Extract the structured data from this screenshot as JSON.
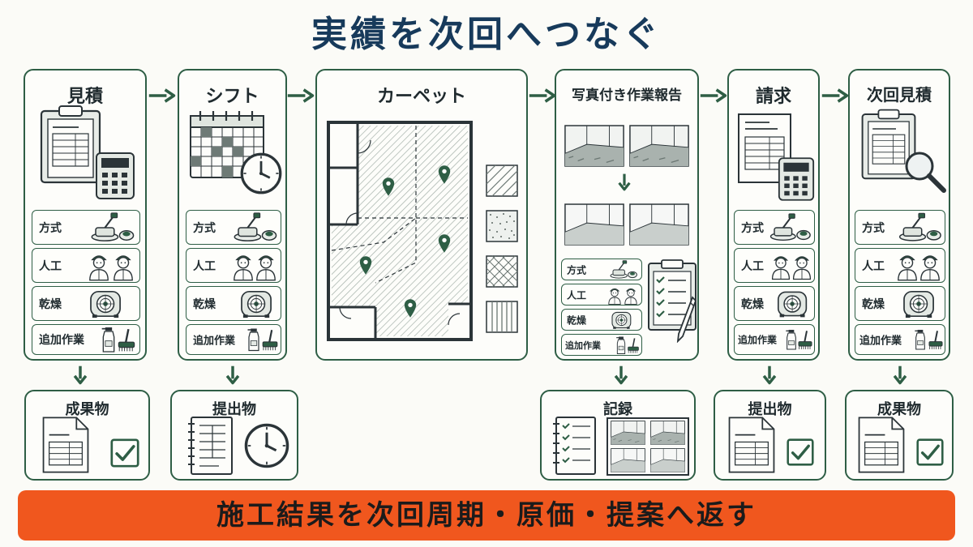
{
  "title": "実績を次回へつなぐ",
  "footer": "施工結果を次回周期・原価・提案へ返す",
  "columns": {
    "estimate": {
      "heading": "見積",
      "rows": [
        "方式",
        "人工",
        "乾燥",
        "追加作業"
      ],
      "output": "成果物"
    },
    "shift": {
      "heading": "シフト",
      "rows": [
        "方式",
        "人工",
        "乾燥",
        "追加作業"
      ],
      "output": "提出物"
    },
    "carpet": {
      "heading": "カーペット"
    },
    "report": {
      "heading": "写真付き作業報告",
      "rows": [
        "方式",
        "人工",
        "乾燥",
        "追加作業"
      ],
      "output": "記録"
    },
    "invoice": {
      "heading": "請求",
      "rows": [
        "方式",
        "人工",
        "乾燥",
        "追加作業"
      ],
      "output": "提出物"
    },
    "next_estimate": {
      "heading": "次回見積",
      "rows": [
        "方式",
        "人工",
        "乾燥",
        "追加作業"
      ],
      "output": "成果物"
    }
  },
  "colors": {
    "accent": "#2e5e45",
    "title": "#173a5b",
    "footer_bg": "#f0571e"
  },
  "icons": [
    "clipboard-icon",
    "calculator-icon",
    "calendar-icon",
    "clock-icon",
    "floor-machine-icon",
    "worker-icon",
    "dryer-fan-icon",
    "spray-bottle-icon",
    "brush-icon",
    "map-pin-icon",
    "magnifier-icon",
    "checkmark-icon",
    "document-icon",
    "notebook-icon",
    "checklist-icon",
    "pen-icon",
    "photo-icon"
  ]
}
